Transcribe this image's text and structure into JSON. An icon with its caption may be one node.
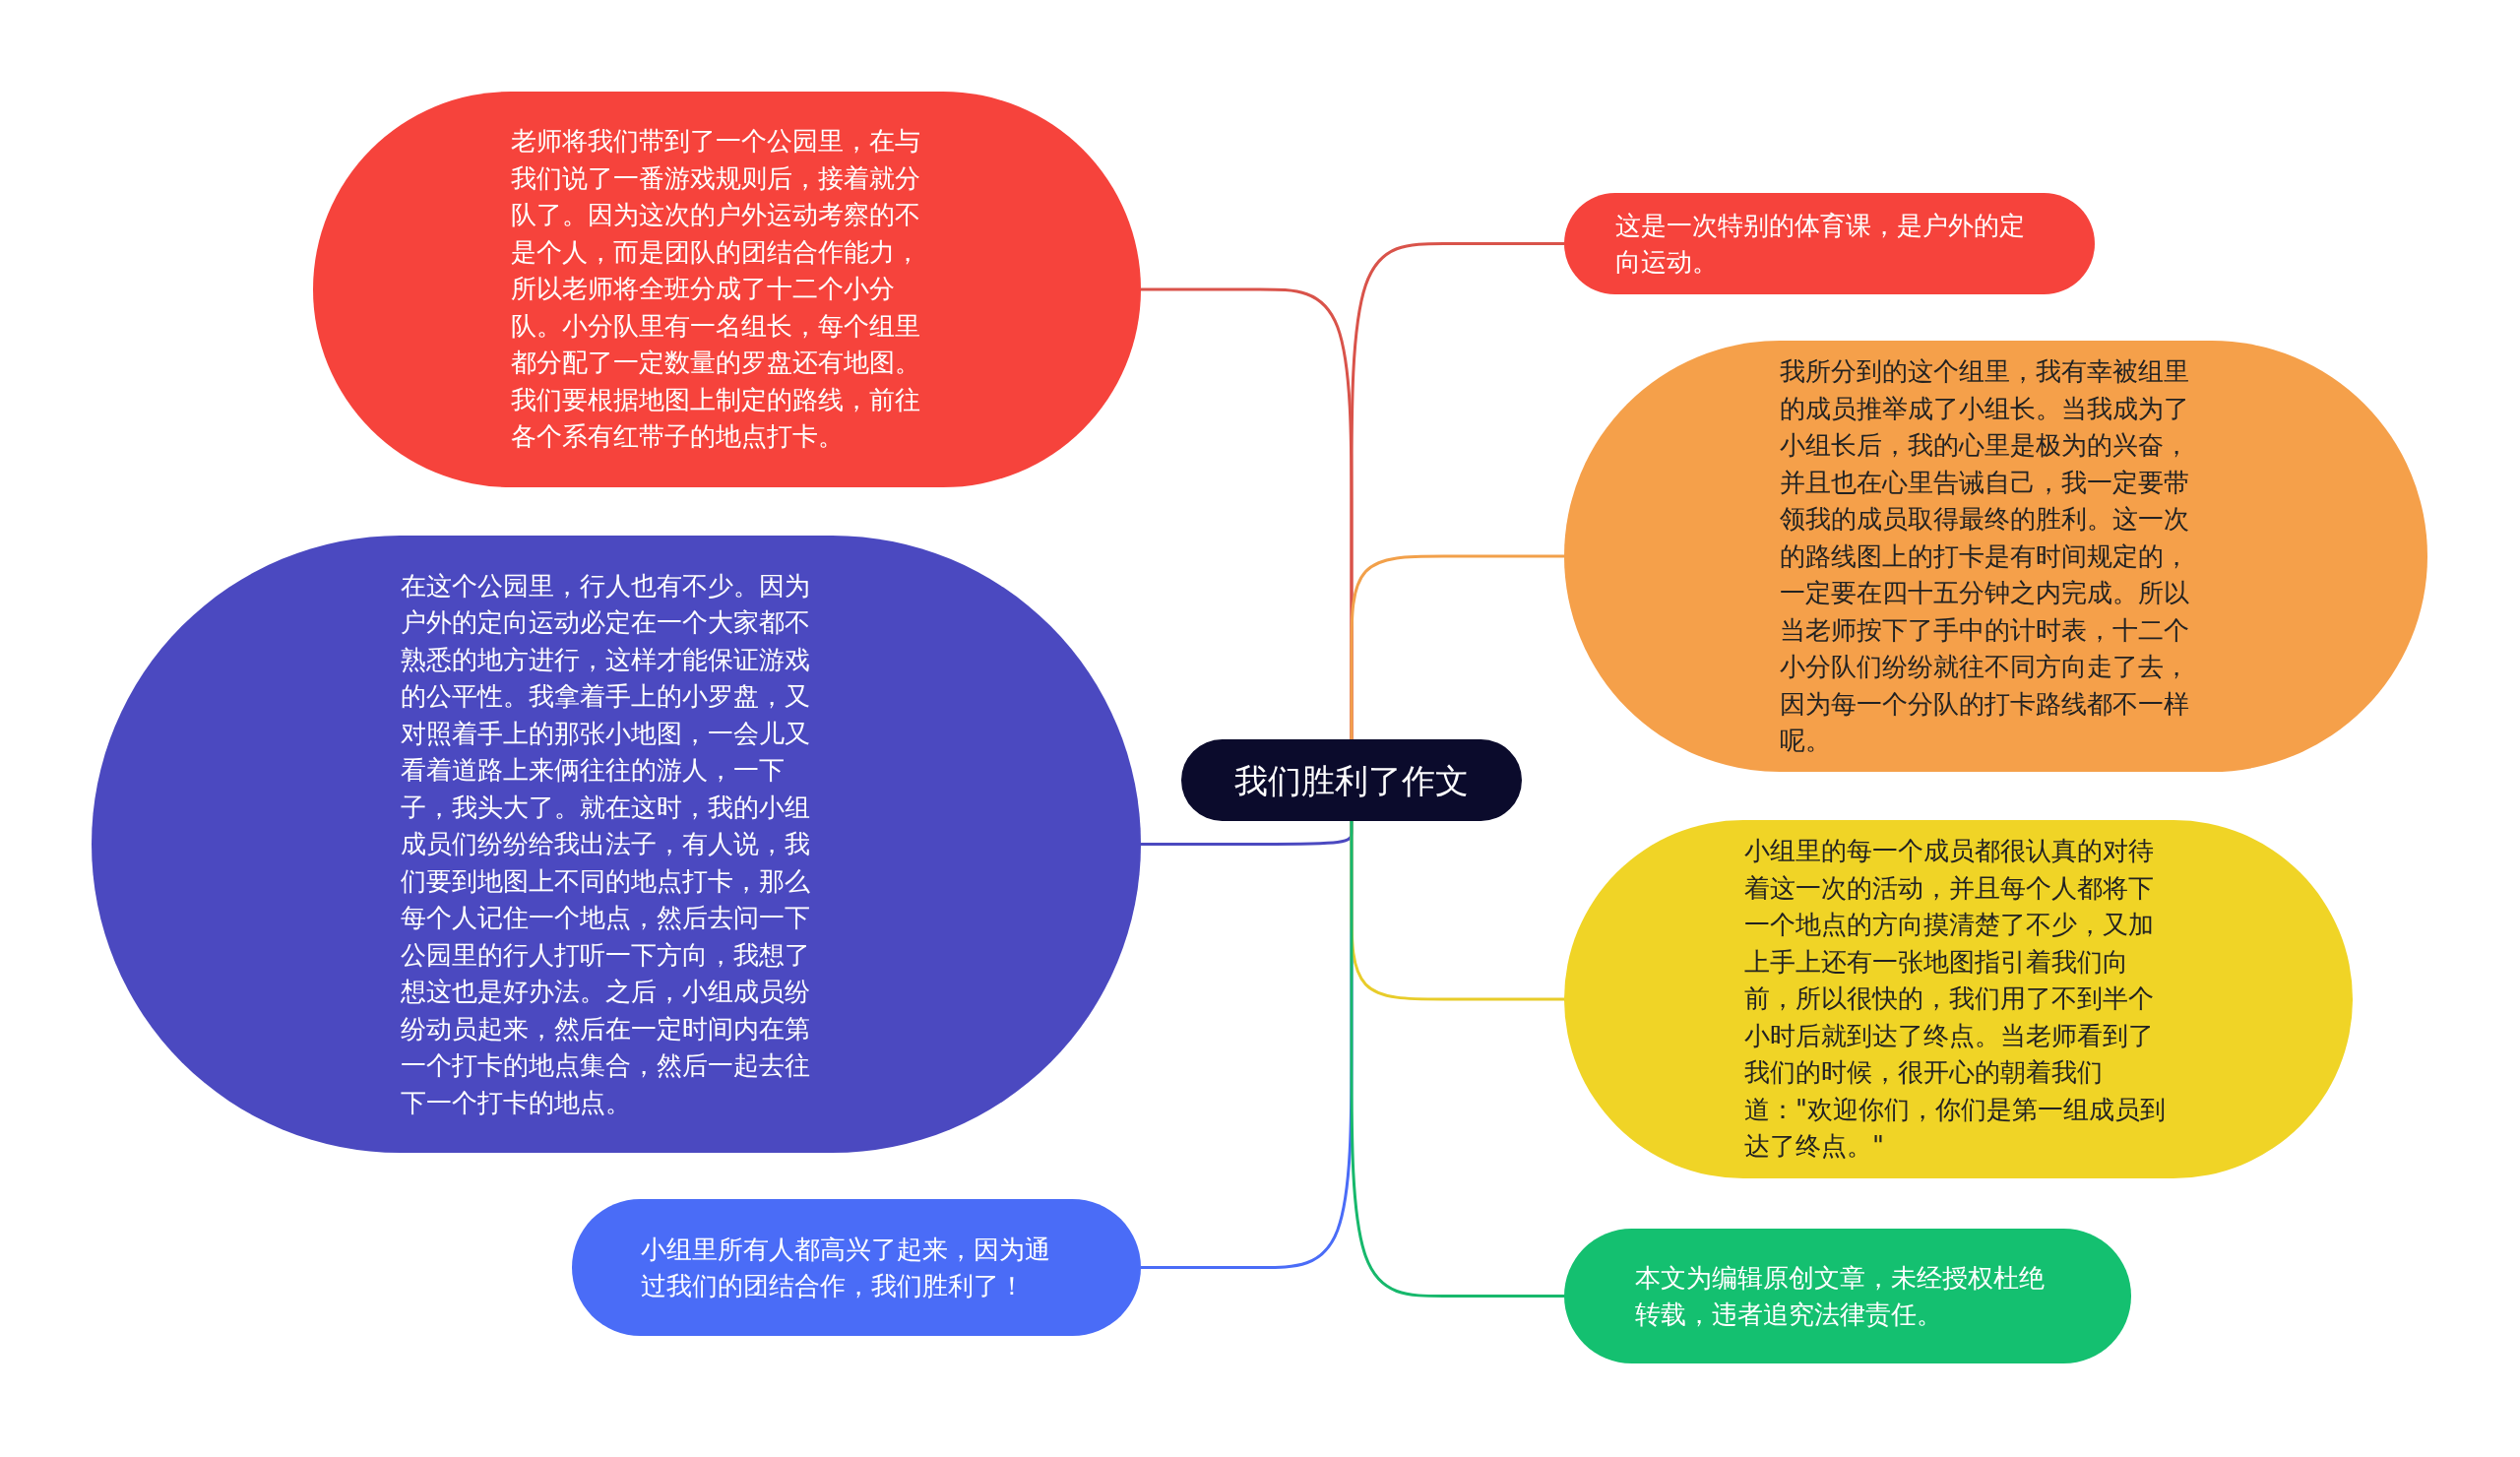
{
  "diagram": {
    "nodes": [
      {
        "text": [
          "我们胜利了作文"
        ]
      },
      {
        "text": [
          "老师将我们带到了一个公园里，在与我们说了一番游戏规则后，接着就分队了。因为这次的户外运动考察的不是个人，而是团队的团结合作能力，所以老师将全班分成了十二个小分队。小分队里有一名组长，每个组里都分配了一定数量的罗盘还有地图。我们要根据地图上制定的路线，前往各个系有红带子的地点打卡。"
        ]
      },
      {
        "text": [
          "在这个公园里，行人也有不少。因为户外的定向运动必定在一个大家都不熟悉的地方进行，这样才能保证游戏的公平性。我拿着手上的小罗盘，又对照着手上的那张小地图，一会儿又看着道路上来俩往往的游人，一下子，我头大了。就在这时，我的小组成员们纷纷给我出法子，有人说，我们要到地图上不同的地点打卡，那么每个人记住一个地点，然后去问一下公园里的行人打听一下方向，我想了想这也是好办法。之后，小组成员纷纷动员起来，然后在一定时间内在第一个打卡的地点集合，然后一起去往下一个打卡的地点。"
        ]
      },
      {
        "text": [
          "小组里所有人都高兴了起来，因为通过我们的团结合作，我们胜利了！"
        ]
      },
      {
        "text": [
          "这是一次特别的体育课，是户外的定向运动。"
        ]
      },
      {
        "text": [
          "我所分到的这个组里，我有幸被组里的成员推举成了小组长。当我成为了小组长后，我的心里是极为的兴奋，并且也在心里告诫自己，我一定要带领我的成员取得最终的胜利。这一次的路线图上的打卡是有时间规定的，一定要在四十五分钟之内完成。所以当老师按下了手中的计时表，十二个小分队们纷纷就往不同方向走了去，因为每一个分队的打卡路线都不一样呢。"
        ]
      },
      {
        "text": [
          "小组里的每一个成员都很认真的对待着这一次的活动，并且每个人都将下一个地点的方向摸清楚了不少，又加上手上还有一张地图指引着我们向前，所以很快的，我们用了不到半个小时后就到达了终点。当老师看到了我们的时候，很开心的朝着我们道：\"欢迎你们，你们是第一组成员到达了终点。\""
        ]
      },
      {
        "text": [
          "本文为编辑原创文章，未经授权杜绝转载，违者追究法律责任。"
        ]
      }
    ],
    "edges": [
      {
        "from": 0,
        "to": 1,
        "arrow": "none",
        "color": "#d9534a"
      },
      {
        "from": 0,
        "to": 2,
        "arrow": "none",
        "color": "#4b49c0"
      },
      {
        "from": 0,
        "to": 3,
        "arrow": "none",
        "color": "#4a6cf7"
      },
      {
        "from": 0,
        "to": 4,
        "arrow": "none",
        "color": "#d9534a"
      },
      {
        "from": 0,
        "to": 5,
        "arrow": "none",
        "color": "#f2a04a"
      },
      {
        "from": 0,
        "to": 6,
        "arrow": "none",
        "color": "#e8cc2a"
      },
      {
        "from": 0,
        "to": 7,
        "arrow": "none",
        "color": "#17b86c"
      }
    ]
  }
}
